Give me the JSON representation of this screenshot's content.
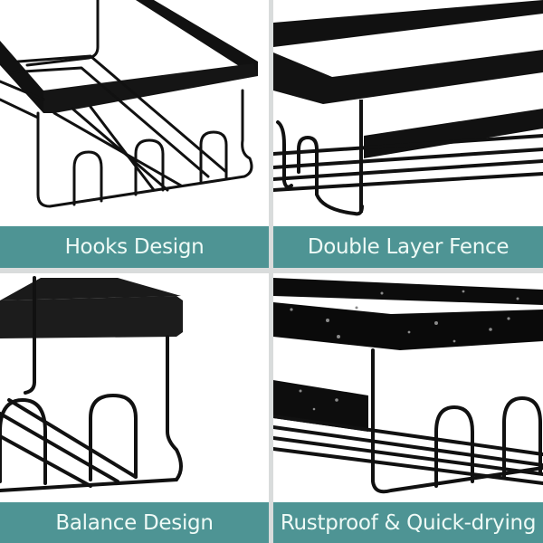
{
  "layout": {
    "columns": 2,
    "rows": 2,
    "caption_bg": "#4e9494",
    "caption_text_color": "#eefaf6",
    "divider_color": "#d9dcdc"
  },
  "panels": [
    {
      "caption": "Hooks Design",
      "image": "black wire shower caddy with hooks"
    },
    {
      "caption": "Double Layer Fence",
      "image": "black shower caddy double rail fence"
    },
    {
      "caption": "Balance Design",
      "image": "black shower caddy corner with hooks"
    },
    {
      "caption": "Rustproof & Quick-drying",
      "image": "black shower caddy with water droplets"
    }
  ]
}
